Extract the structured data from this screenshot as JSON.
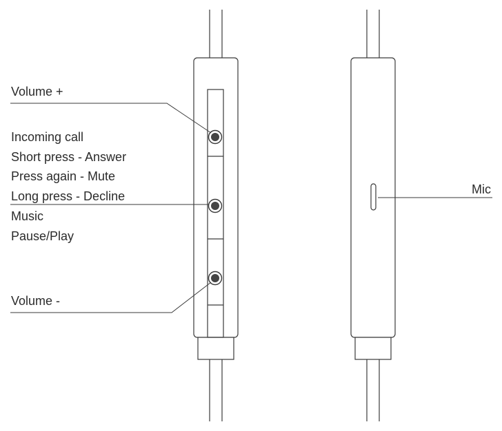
{
  "labels": {
    "volume_up": "Volume +",
    "incoming_call": "Incoming call",
    "short_press": "Short press - Answer",
    "press_again": "Press again - Mute",
    "long_press": "Long press - Decline",
    "music": "Music",
    "pause_play": "Pause/Play",
    "volume_down": "Volume -",
    "mic": "Mic"
  }
}
